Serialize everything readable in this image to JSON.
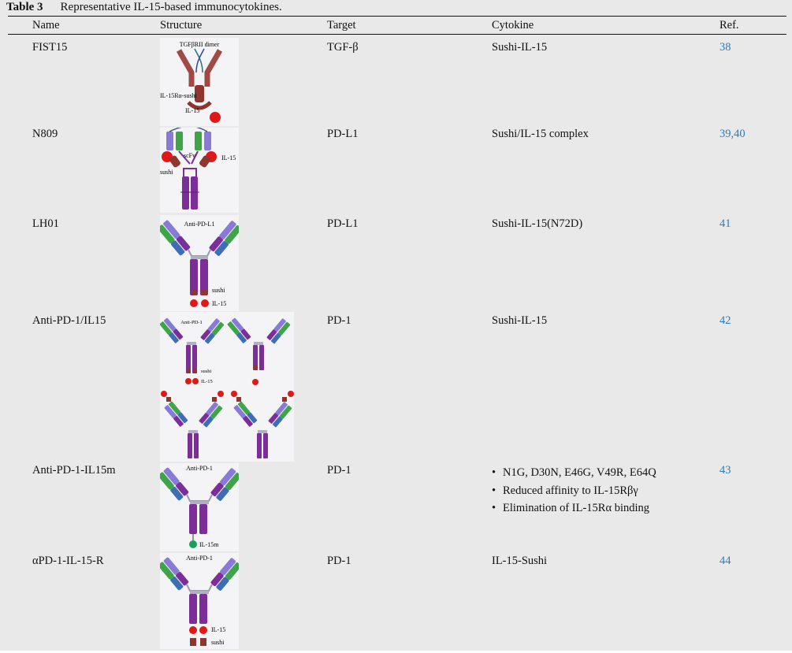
{
  "caption": {
    "label": "Table 3",
    "text": "Representative IL-15-based immunocytokines."
  },
  "headers": {
    "name": "Name",
    "structure": "Structure",
    "target": "Target",
    "cytokine": "Cytokine",
    "ref": "Ref."
  },
  "rows": [
    {
      "name": "FIST15",
      "target": "TGF-β",
      "cytokine": "Sushi-IL-15",
      "ref": [
        "38"
      ]
    },
    {
      "name": "N809",
      "target": "PD-L1",
      "cytokine": "Sushi/IL-15 complex",
      "ref": [
        "39",
        "40"
      ]
    },
    {
      "name": "LH01",
      "target": "PD-L1",
      "cytokine": "Sushi-IL-15(N72D)",
      "ref": [
        "41"
      ]
    },
    {
      "name": "Anti-PD-1/IL15",
      "target": "PD-1",
      "cytokine": "Sushi-IL-15",
      "ref": [
        "42"
      ]
    },
    {
      "name": "Anti-PD-1-IL15m",
      "target": "PD-1",
      "cytokine_bullets": [
        "N1G, D30N, E46G, V49R, E64Q",
        "Reduced affinity to IL-15Rβγ",
        "Elimination of IL-15Rα binding"
      ],
      "ref": [
        "43"
      ]
    },
    {
      "name": "αPD-1-IL-15-R",
      "target": "PD-1",
      "cytokine": "IL-15-Sushi",
      "ref": [
        "44"
      ]
    }
  ],
  "figure_labels": {
    "fist15": {
      "dimer": "TGFβRII dimer",
      "sushi": "IL-15Rα-sushi",
      "il15": "IL-15"
    },
    "n809": {
      "scfv": "scFv",
      "il15": "IL-15",
      "sushi": "sushi"
    },
    "lh01": {
      "antibody": "Anti-PD-L1",
      "sushi": "sushi",
      "il15": "IL-15"
    },
    "anti_pd1_il15": {
      "antibody": "Anti-PD-1",
      "sushi": "sushi",
      "il15": "IL-15"
    },
    "anti_pd1_il15m": {
      "antibody": "Anti-PD-1",
      "il15m": "IL-15m"
    },
    "apd1_il15_r": {
      "antibody": "Anti-PD-1",
      "il15": "IL-15",
      "sushi": "sushi"
    }
  },
  "colors": {
    "purple": "#7b2e98",
    "green": "#3da447",
    "blue": "#3d6eb4",
    "lavender": "#8a7ad8",
    "red": "#e01818",
    "brown": "#8e3530",
    "link": "#2b7bbf"
  }
}
